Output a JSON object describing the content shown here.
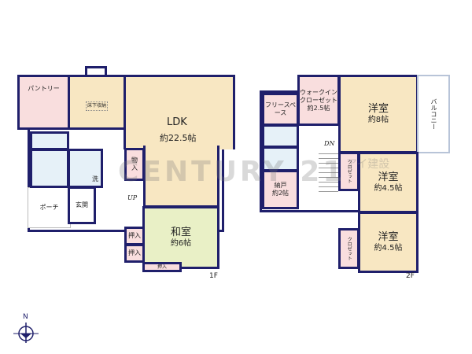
{
  "floor1": {
    "label": "1F",
    "pantry": "パントリー",
    "underfloor_storage": "床下収納",
    "ldk": {
      "name": "LDK",
      "size": "約22.5帖"
    },
    "storage": "物入",
    "stairs": "UP",
    "wash": "洗",
    "entrance": "玄関",
    "porch": "ポーチ",
    "washitsu": {
      "name": "和室",
      "size": "約6帖"
    },
    "closet1": "押入",
    "closet2": "押入",
    "closet3": "押入"
  },
  "floor2": {
    "label": "2F",
    "free_space": "フリースペース",
    "wic": {
      "name": "ウォークインクローゼット",
      "size": "約2.5帖"
    },
    "room_a": {
      "name": "洋室",
      "size": "約8帖"
    },
    "balcony": "バルコニー",
    "stairs": "DN",
    "closet_small": "クロゼット",
    "room_b": {
      "name": "洋室",
      "size": "約4.5帖"
    },
    "room_c": {
      "name": "洋室",
      "size": "約4.5帖"
    },
    "closet": "クロゼット",
    "nando": {
      "name": "納戸",
      "size": "約2帖"
    }
  },
  "compass": "N",
  "watermark": "CENTURY 21",
  "watermark_sub": "アイ建設",
  "colors": {
    "wall": "#1f1f6b",
    "ldk": "#f8e7c2",
    "pantry": "#f9dede",
    "wet": "#e6f1f8",
    "washitsu": "#e9f0c6"
  }
}
